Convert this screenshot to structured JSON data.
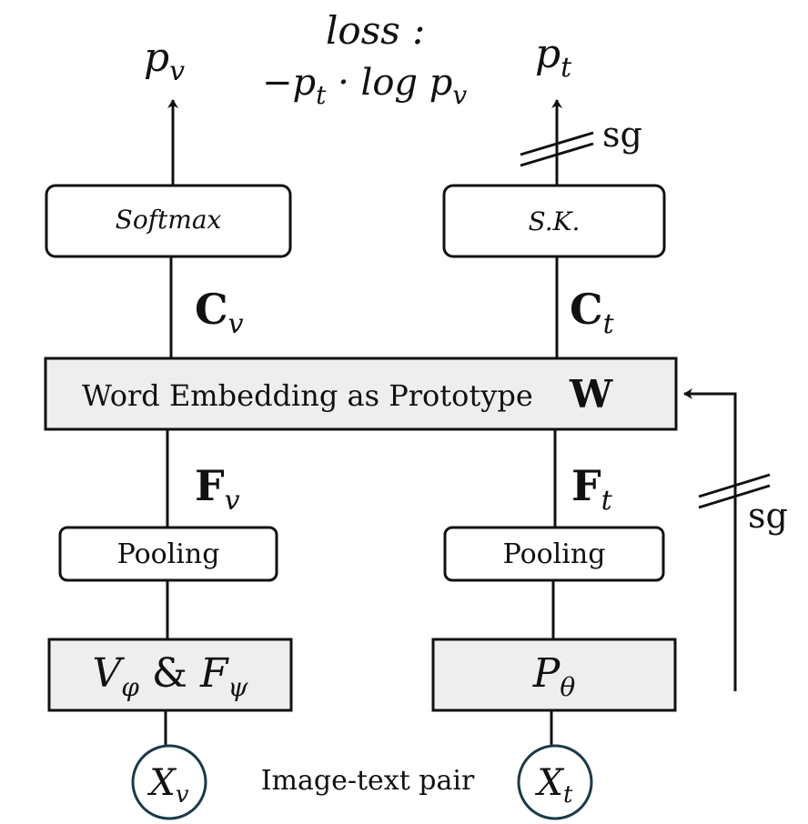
{
  "loss": {
    "line1": "loss :",
    "line2_prefix": "−p",
    "line2_sub": "t",
    "line2_mid": " · log p",
    "line2_sub2": "v"
  },
  "outputs": {
    "pv": {
      "base": "p",
      "sub": "v"
    },
    "pt": {
      "base": "p",
      "sub": "t"
    }
  },
  "stop_gradient_label": "sg",
  "boxes": {
    "softmax": "Softmax",
    "sk": "S.K.",
    "word_embedding": "Word Embedding as Prototype",
    "word_embedding_symbol": "W",
    "pooling_left": "Pooling",
    "pooling_right": "Pooling",
    "encoder_left": {
      "v": "V",
      "v_sub": "φ",
      "amp": " & ",
      "f": "F",
      "f_sub": "ψ"
    },
    "encoder_right": {
      "p": "P",
      "p_sub": "θ"
    }
  },
  "features": {
    "cv": {
      "base": "C",
      "sub": "v"
    },
    "ct": {
      "base": "C",
      "sub": "t"
    },
    "fv": {
      "base": "F",
      "sub": "v"
    },
    "ft": {
      "base": "F",
      "sub": "t"
    }
  },
  "inputs": {
    "xv": {
      "base": "X",
      "sub": "v"
    },
    "xt": {
      "base": "X",
      "sub": "t"
    },
    "pair_label": "Image-text pair"
  },
  "colors": {
    "box_fill_gray": "#eeeeee",
    "box_fill_white": "#ffffff",
    "stroke": "#111111",
    "circle_stroke": "#1a3a4a"
  }
}
